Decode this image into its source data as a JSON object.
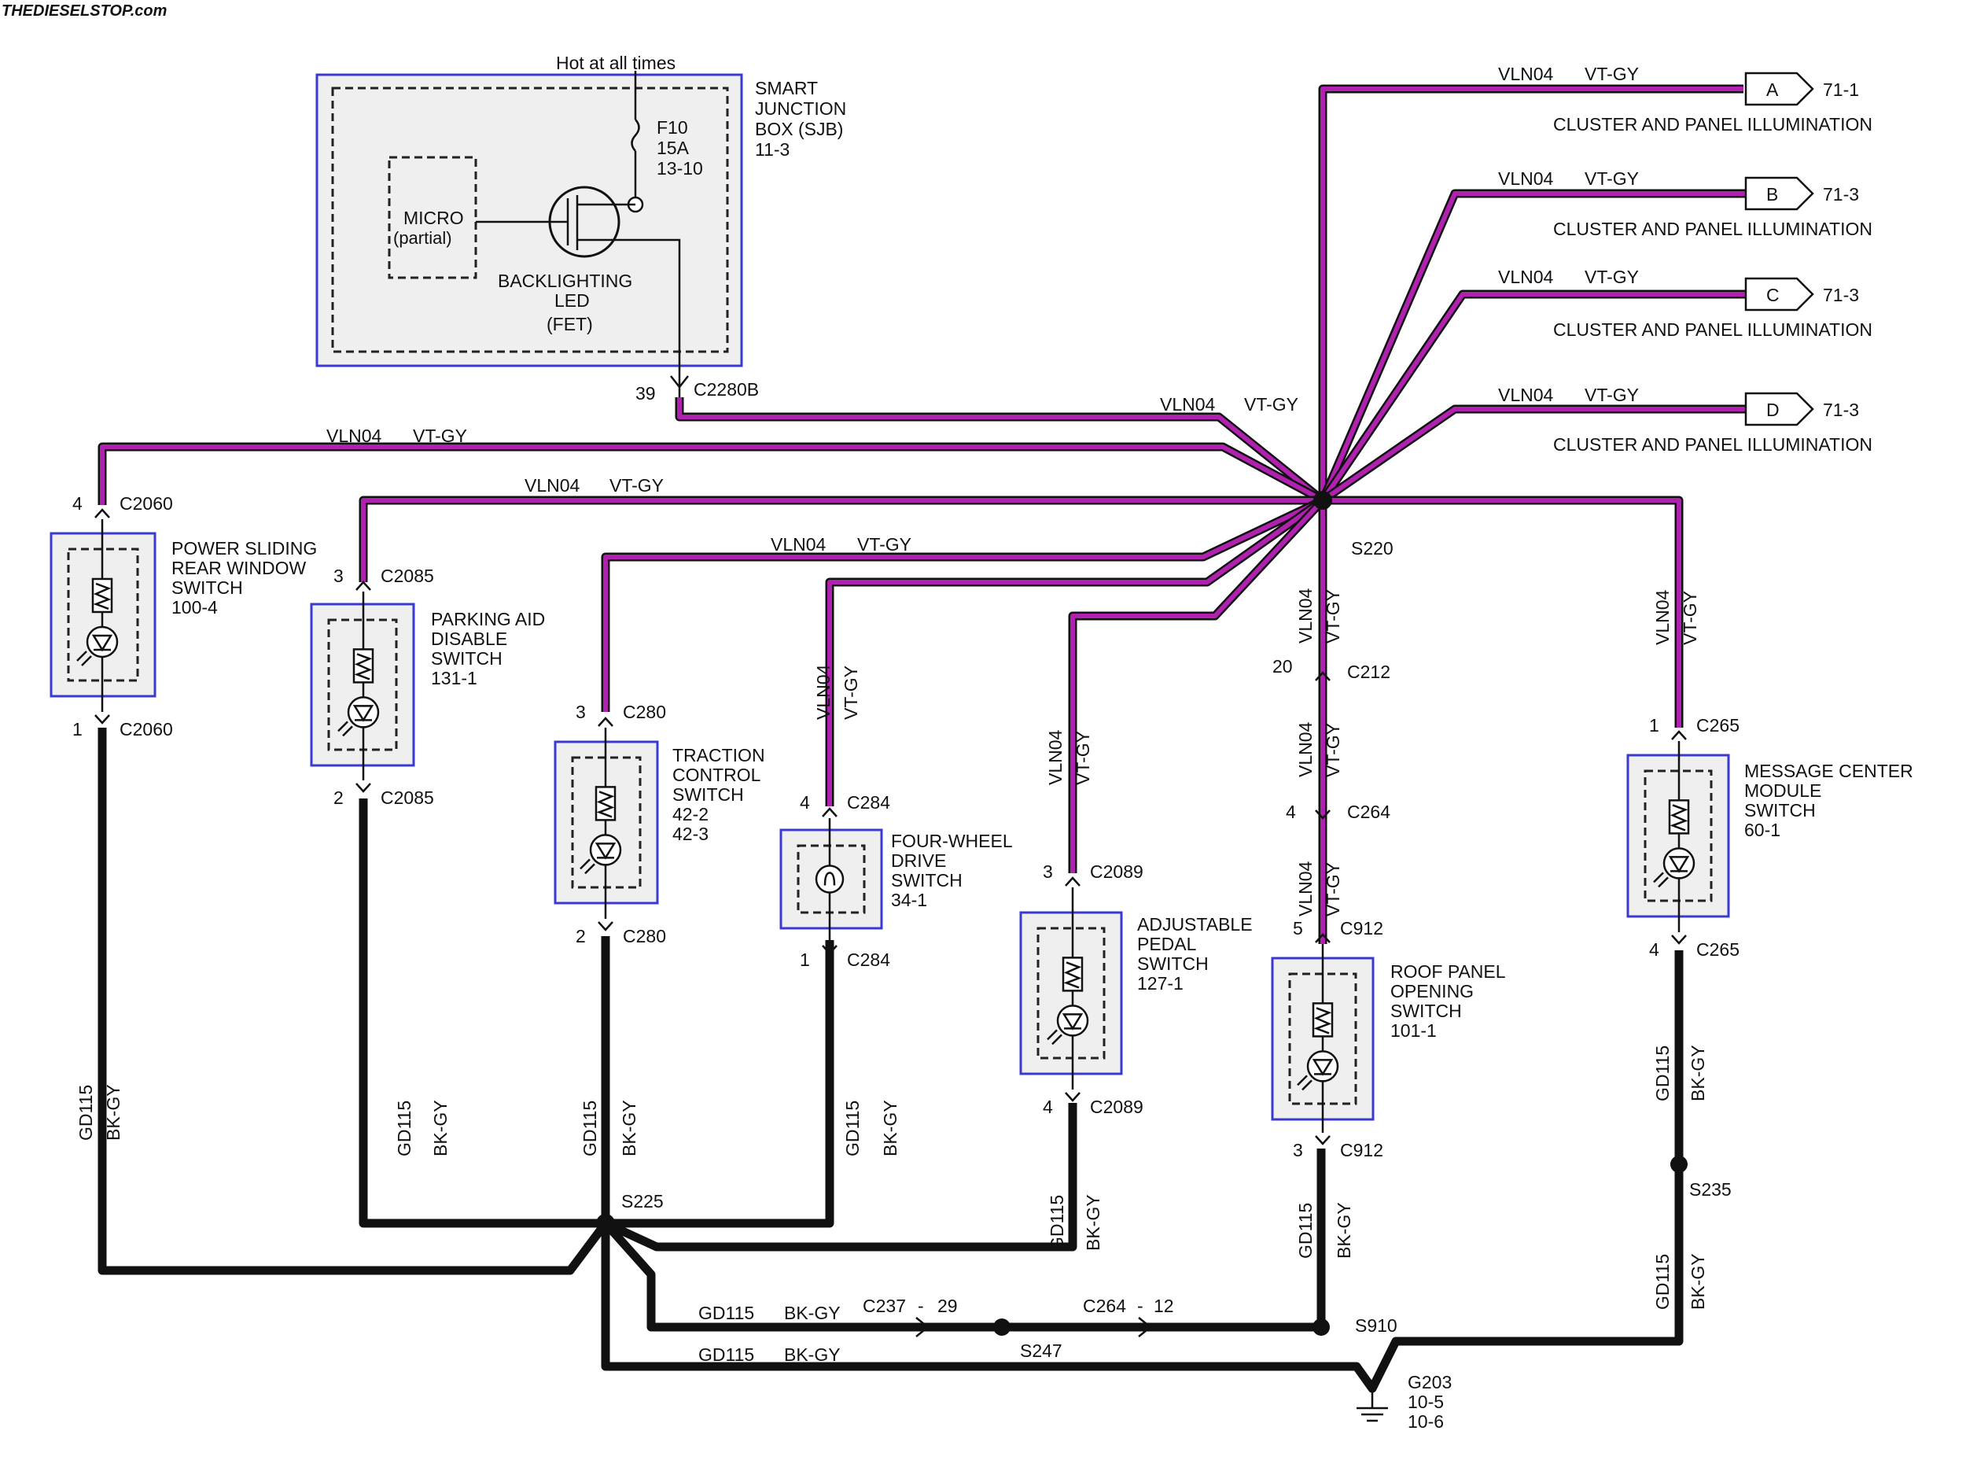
{
  "watermark": "THEDIESELSTOP.com",
  "sjb": {
    "hot_label": "Hot at all times",
    "fuse": [
      "F10",
      "15A",
      "13-10"
    ],
    "title": [
      "SMART",
      "JUNCTION",
      "BOX (SJB)",
      "11-3"
    ],
    "micro": [
      "MICRO",
      "(partial)"
    ],
    "led": [
      "BACKLIGHTING",
      "LED",
      "(FET)"
    ],
    "pin": "39",
    "connector": "C2280B"
  },
  "circuits": {
    "vln": "VLN04",
    "vtgy": "VT-GY",
    "gd": "GD115",
    "bkgy": "BK-GY"
  },
  "splices": {
    "s220": "S220",
    "s225": "S225",
    "s235": "S235",
    "s247": "S247",
    "s910": "S910"
  },
  "ground": [
    "G203",
    "10-5",
    "10-6"
  ],
  "inline": {
    "c237": "C237",
    "c237_pin": "29",
    "c264": "C264",
    "c264_pin": "12",
    "dash": "-"
  },
  "outputs": [
    {
      "letter": "A",
      "page": "71-1",
      "desc": "CLUSTER AND PANEL ILLUMINATION"
    },
    {
      "letter": "B",
      "page": "71-3",
      "desc": "CLUSTER AND PANEL ILLUMINATION"
    },
    {
      "letter": "C",
      "page": "71-3",
      "desc": "CLUSTER AND PANEL ILLUMINATION"
    },
    {
      "letter": "D",
      "page": "71-3",
      "desc": "CLUSTER AND PANEL ILLUMINATION"
    }
  ],
  "switches": {
    "power_window": {
      "name": [
        "POWER SLIDING",
        "REAR WINDOW",
        "SWITCH",
        "100-4"
      ],
      "top_pin": "4",
      "top_conn": "C2060",
      "bot_pin": "1",
      "bot_conn": "C2060"
    },
    "parking_aid": {
      "name": [
        "PARKING AID",
        "DISABLE",
        "SWITCH",
        "131-1"
      ],
      "top_pin": "3",
      "top_conn": "C2085",
      "bot_pin": "2",
      "bot_conn": "C2085"
    },
    "traction": {
      "name": [
        "TRACTION",
        "CONTROL",
        "SWITCH",
        "42-2",
        "42-3"
      ],
      "top_pin": "3",
      "top_conn": "C280",
      "bot_pin": "2",
      "bot_conn": "C280"
    },
    "four_wheel": {
      "name": [
        "FOUR-WHEEL",
        "DRIVE",
        "SWITCH",
        "34-1"
      ],
      "top_pin": "4",
      "top_conn": "C284",
      "bot_pin": "1",
      "bot_conn": "C284"
    },
    "pedal": {
      "name": [
        "ADJUSTABLE",
        "PEDAL",
        "SWITCH",
        "127-1"
      ],
      "top_pin": "3",
      "top_conn": "C2089",
      "bot_pin": "4",
      "bot_conn": "C2089"
    },
    "roof": {
      "name": [
        "ROOF PANEL",
        "OPENING",
        "SWITCH",
        "101-1"
      ],
      "top_pin": "5",
      "top_conn": "C912",
      "bot_pin": "3",
      "bot_conn": "C912",
      "c212_pin": "20",
      "c212": "C212",
      "c264_pin": "4",
      "c264": "C264"
    },
    "message": {
      "name": [
        "MESSAGE CENTER",
        "MODULE",
        "SWITCH",
        "60-1"
      ],
      "top_pin": "1",
      "top_conn": "C265",
      "bot_pin": "4",
      "bot_conn": "C265"
    }
  }
}
